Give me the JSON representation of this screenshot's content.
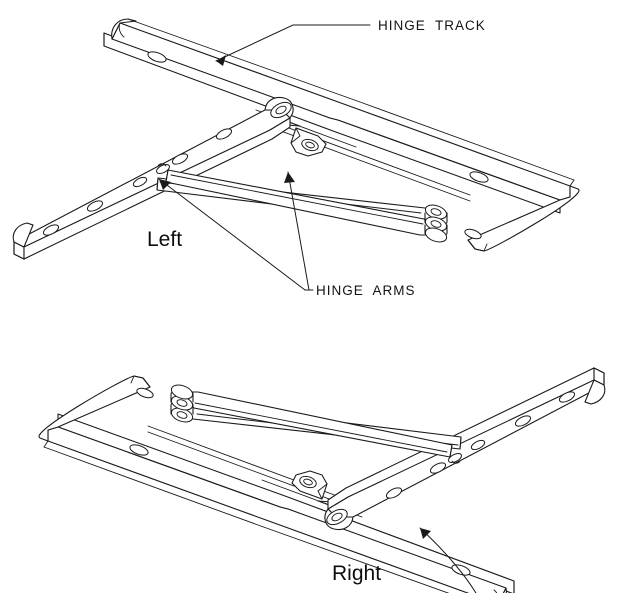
{
  "figure": {
    "title": "Casement window hinge assembly diagram",
    "background_color": "#ffffff",
    "line_color": "#1a1a1a",
    "callouts": [
      {
        "id": "hinge-track",
        "text": "HINGE  TRACK"
      },
      {
        "id": "hinge-arms",
        "text": "HINGE  ARMS"
      }
    ],
    "handing_labels": [
      {
        "id": "left",
        "text": "Left"
      },
      {
        "id": "right",
        "text": "Right"
      }
    ],
    "assemblies": [
      {
        "id": "upper-assembly",
        "hand": "Left",
        "parts": [
          {
            "name": "hinge-track",
            "holes": 2
          },
          {
            "name": "sash-bar",
            "holes": 6
          },
          {
            "name": "short-hinge-arm",
            "holes": 0
          },
          {
            "name": "long-hinge-arm",
            "holes": 0
          },
          {
            "name": "slider-shoe",
            "holes": 1
          }
        ]
      },
      {
        "id": "lower-assembly",
        "hand": "Right",
        "parts": [
          {
            "name": "hinge-track",
            "holes": 2
          },
          {
            "name": "sash-bar",
            "holes": 6
          },
          {
            "name": "short-hinge-arm",
            "holes": 0
          },
          {
            "name": "long-hinge-arm",
            "holes": 0
          },
          {
            "name": "slider-shoe",
            "holes": 1
          }
        ]
      }
    ]
  }
}
